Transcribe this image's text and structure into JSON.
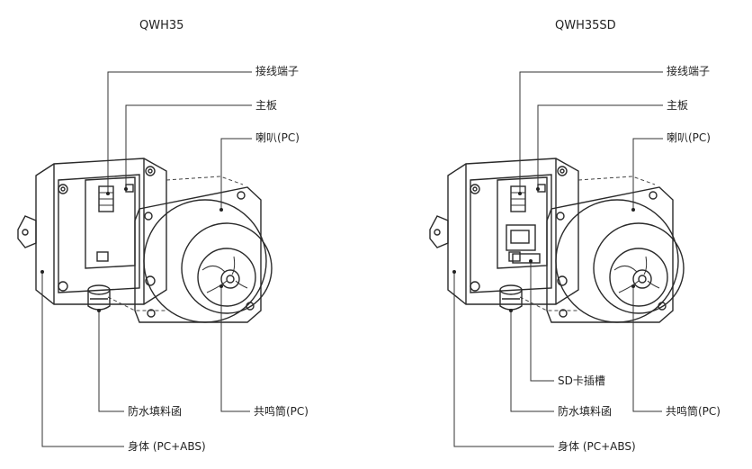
{
  "models": [
    {
      "title": "QWH35",
      "labels": {
        "terminal": "接线端子",
        "board": "主板",
        "speaker": "喇叭(PC)",
        "gland": "防水填料函",
        "resonator": "共鸣筒(PC)",
        "body": "身体 (PC+ABS)"
      }
    },
    {
      "title": "QWH35SD",
      "labels": {
        "terminal": "接线端子",
        "board": "主板",
        "speaker": "喇叭(PC)",
        "sd_slot": "SD卡插槽",
        "gland": "防水填料函",
        "resonator": "共鸣筒(PC)",
        "body": "身体 (PC+ABS)"
      }
    }
  ]
}
